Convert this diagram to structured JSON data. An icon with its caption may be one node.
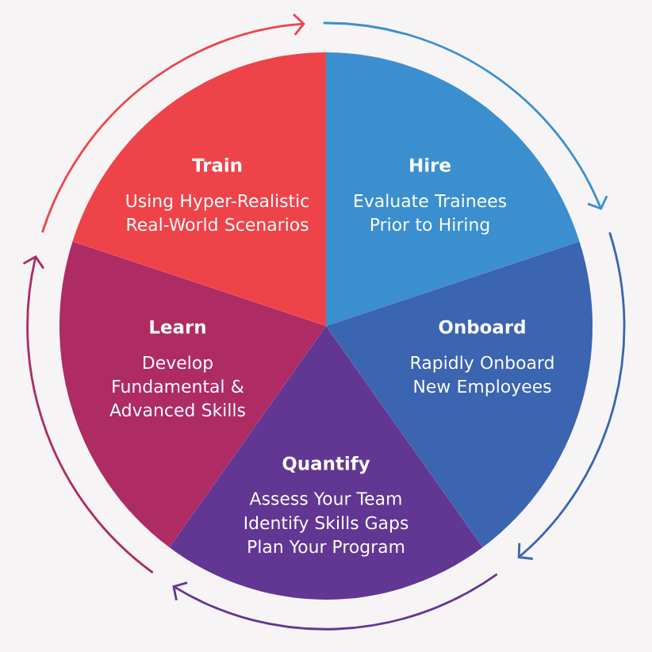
{
  "diagram": {
    "nodes": [
      {
        "text": [
          "Train",
          "Using Hyper-Realistic Real-World Scenarios"
        ]
      },
      {
        "text": [
          "Hire",
          "Evaluate Trainees Prior to Hiring"
        ]
      },
      {
        "text": [
          "Learn",
          "Develop Fundamental & Advanced Skills"
        ]
      },
      {
        "text": [
          "Onboard",
          "Rapidly Onboard New Employees"
        ]
      },
      {
        "text": [
          "Quantify",
          "Assess Your Team",
          "Identify Skills Gaps",
          "Plan Your Program"
        ]
      }
    ]
  }
}
